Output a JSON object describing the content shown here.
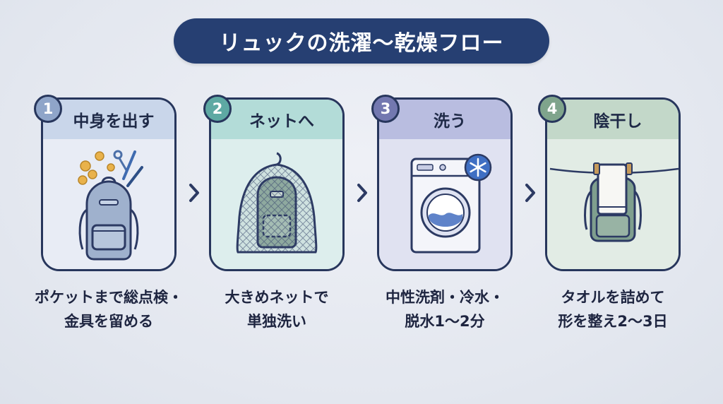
{
  "title": "リュックの洗濯〜乾燥フロー",
  "steps": [
    {
      "number": "1",
      "label": "中身を出す",
      "desc_line1": "ポケットまで総点検・",
      "desc_line2": "金具を留める",
      "head_color": "#c9d6ea",
      "badge_color": "#8fa5c9",
      "body_color": "#e8ecf5"
    },
    {
      "number": "2",
      "label": "ネットへ",
      "desc_line1": "大きめネットで",
      "desc_line2": "単独洗い",
      "head_color": "#b3dcd8",
      "badge_color": "#5ea9a3",
      "body_color": "#ddeeed"
    },
    {
      "number": "3",
      "label": "洗う",
      "desc_line1": "中性洗剤・冷水・",
      "desc_line2": "脱水1〜2分",
      "head_color": "#b9bde0",
      "badge_color": "#7378b0",
      "body_color": "#e0e2f1"
    },
    {
      "number": "4",
      "label": "陰干し",
      "desc_line1": "タオルを詰めて",
      "desc_line2": "形を整え2〜3日",
      "head_color": "#c3d8c9",
      "badge_color": "#7fa48c",
      "body_color": "#e2ece5"
    }
  ],
  "icons": [
    "backpack-with-coins-icon",
    "backpack-in-net-icon",
    "washing-machine-cold-icon",
    "backpack-drying-towel-icon"
  ]
}
